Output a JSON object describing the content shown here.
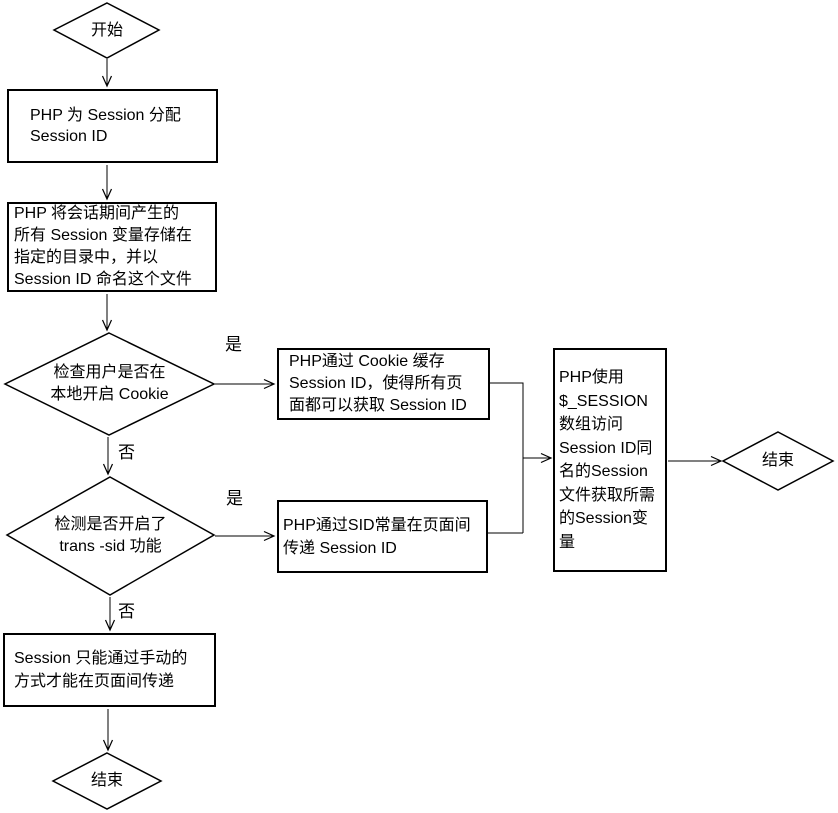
{
  "nodes": {
    "start": {
      "label": "开始"
    },
    "assign": {
      "label": "PHP 为 Session 分配\nSession ID"
    },
    "store": {
      "label": "PHP 将会话期间产生的\n所有 Session 变量存储在\n指定的目录中，并以\nSession ID 命名这个文件"
    },
    "check_cookie": {
      "label": "检查用户是否在\n本地开启 Cookie"
    },
    "cookie_cache": {
      "label": "PHP通过 Cookie 缓存\nSession ID，使得所有页\n面都可以获取 Session ID"
    },
    "check_trans_sid": {
      "label": "检测是否开启了\ntrans -sid 功能"
    },
    "sid_pass": {
      "label": "PHP通过SID常量在页面间\n传递 Session ID"
    },
    "use_session": {
      "label": "PHP使用\n$_SESSION\n数组访问\nSession ID同\n名的Session\n文件获取所需\n的Session变\n量"
    },
    "manual_pass": {
      "label": "Session 只能通过手动的\n方式才能在页面间传递"
    },
    "end_right": {
      "label": "结束"
    },
    "end_bottom": {
      "label": "结束"
    }
  },
  "edge_labels": {
    "cookie_yes": "是",
    "cookie_no": "否",
    "trans_yes": "是",
    "trans_no": "否"
  },
  "colors": {
    "stroke": "#000000",
    "node_fill": "#ffffff",
    "background": "#ffffff"
  }
}
